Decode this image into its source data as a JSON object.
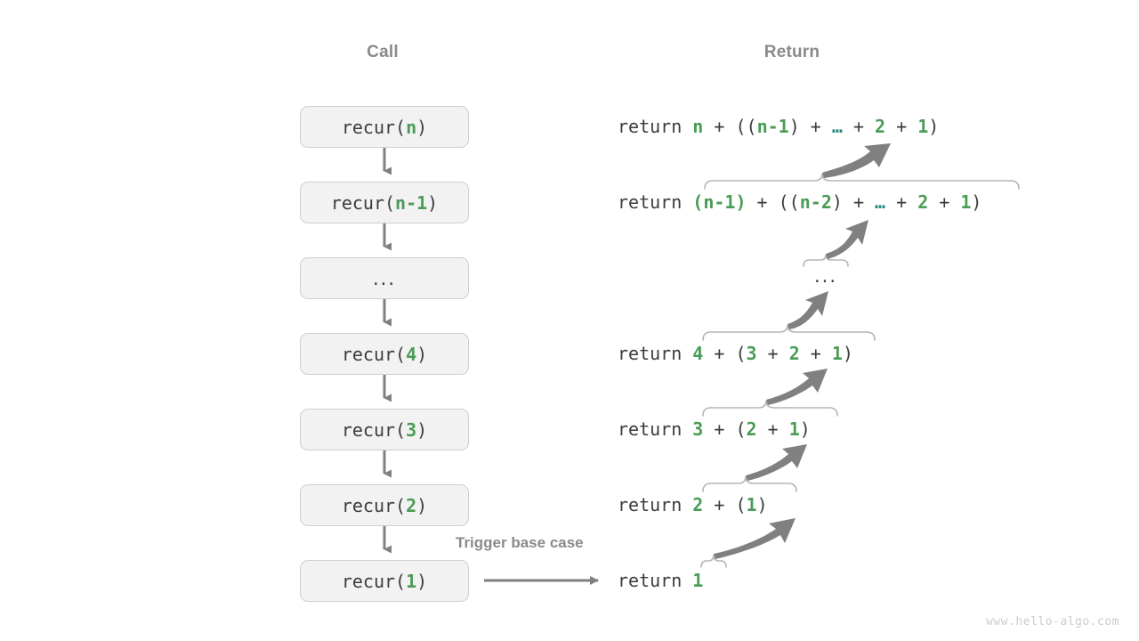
{
  "page": {
    "background": "#ffffff",
    "watermark": "www.hello-algo.com"
  },
  "colors": {
    "green": "#4a9c57",
    "teal": "#2b8a80",
    "text": "#3c3c3c",
    "gray_label": "#8a8a8a",
    "arrow": "#808080",
    "brace": "#b5b5b5",
    "box_fill": "#f2f2f2",
    "box_border": "#cfcfcf",
    "watermark": "#cccccc"
  },
  "headers": {
    "call": "Call",
    "return": "Return"
  },
  "call_stack": {
    "boxes": [
      {
        "prefix": "recur(",
        "arg": "n",
        "suffix": ")",
        "dots": false
      },
      {
        "prefix": "recur(",
        "arg": "n-1",
        "suffix": ")",
        "dots": false
      },
      {
        "prefix": "",
        "arg": "",
        "suffix": "",
        "dots": true,
        "dots_text": "..."
      },
      {
        "prefix": "recur(",
        "arg": "4",
        "suffix": ")",
        "dots": false
      },
      {
        "prefix": "recur(",
        "arg": "3",
        "suffix": ")",
        "dots": false
      },
      {
        "prefix": "recur(",
        "arg": "2",
        "suffix": ")",
        "dots": false
      },
      {
        "prefix": "recur(",
        "arg": "1",
        "suffix": ")",
        "dots": false
      }
    ]
  },
  "returns": {
    "keyword": "return",
    "rows": [
      {
        "id": "row-n",
        "tokens": [
          {
            "t": "return ",
            "c": "kw"
          },
          {
            "t": "n",
            "c": "g"
          },
          {
            "t": " + ((",
            "c": "p"
          },
          {
            "t": "n-1",
            "c": "g"
          },
          {
            "t": ") + ",
            "c": "p"
          },
          {
            "t": "…",
            "c": "t"
          },
          {
            "t": " + ",
            "c": "p"
          },
          {
            "t": "2",
            "c": "g"
          },
          {
            "t": " + ",
            "c": "p"
          },
          {
            "t": "1",
            "c": "g"
          },
          {
            "t": ")",
            "c": "p"
          }
        ]
      },
      {
        "id": "row-n1",
        "tokens": [
          {
            "t": "return ",
            "c": "kw"
          },
          {
            "t": "(n-1)",
            "c": "g"
          },
          {
            "t": " + ((",
            "c": "p"
          },
          {
            "t": "n-2",
            "c": "g"
          },
          {
            "t": ") + ",
            "c": "p"
          },
          {
            "t": "…",
            "c": "t"
          },
          {
            "t": " + ",
            "c": "p"
          },
          {
            "t": "2",
            "c": "g"
          },
          {
            "t": " + ",
            "c": "p"
          },
          {
            "t": "1",
            "c": "g"
          },
          {
            "t": ")",
            "c": "p"
          }
        ]
      },
      {
        "id": "row-4",
        "tokens": [
          {
            "t": "return ",
            "c": "kw"
          },
          {
            "t": "4",
            "c": "g"
          },
          {
            "t": " + (",
            "c": "p"
          },
          {
            "t": "3",
            "c": "g"
          },
          {
            "t": " + ",
            "c": "p"
          },
          {
            "t": "2",
            "c": "g"
          },
          {
            "t": " + ",
            "c": "p"
          },
          {
            "t": "1",
            "c": "g"
          },
          {
            "t": ")",
            "c": "p"
          }
        ]
      },
      {
        "id": "row-3",
        "tokens": [
          {
            "t": "return ",
            "c": "kw"
          },
          {
            "t": "3",
            "c": "g"
          },
          {
            "t": " + (",
            "c": "p"
          },
          {
            "t": "2",
            "c": "g"
          },
          {
            "t": " + ",
            "c": "p"
          },
          {
            "t": "1",
            "c": "g"
          },
          {
            "t": ")",
            "c": "p"
          }
        ]
      },
      {
        "id": "row-2",
        "tokens": [
          {
            "t": "return ",
            "c": "kw"
          },
          {
            "t": "2",
            "c": "g"
          },
          {
            "t": " + (",
            "c": "p"
          },
          {
            "t": "1",
            "c": "g"
          },
          {
            "t": ")",
            "c": "p"
          }
        ]
      },
      {
        "id": "row-1",
        "tokens": [
          {
            "t": "return ",
            "c": "kw"
          },
          {
            "t": "1",
            "c": "g"
          }
        ]
      }
    ],
    "ellipsis_row": "..."
  },
  "annotations": {
    "trigger_base_case": "Trigger base case"
  }
}
